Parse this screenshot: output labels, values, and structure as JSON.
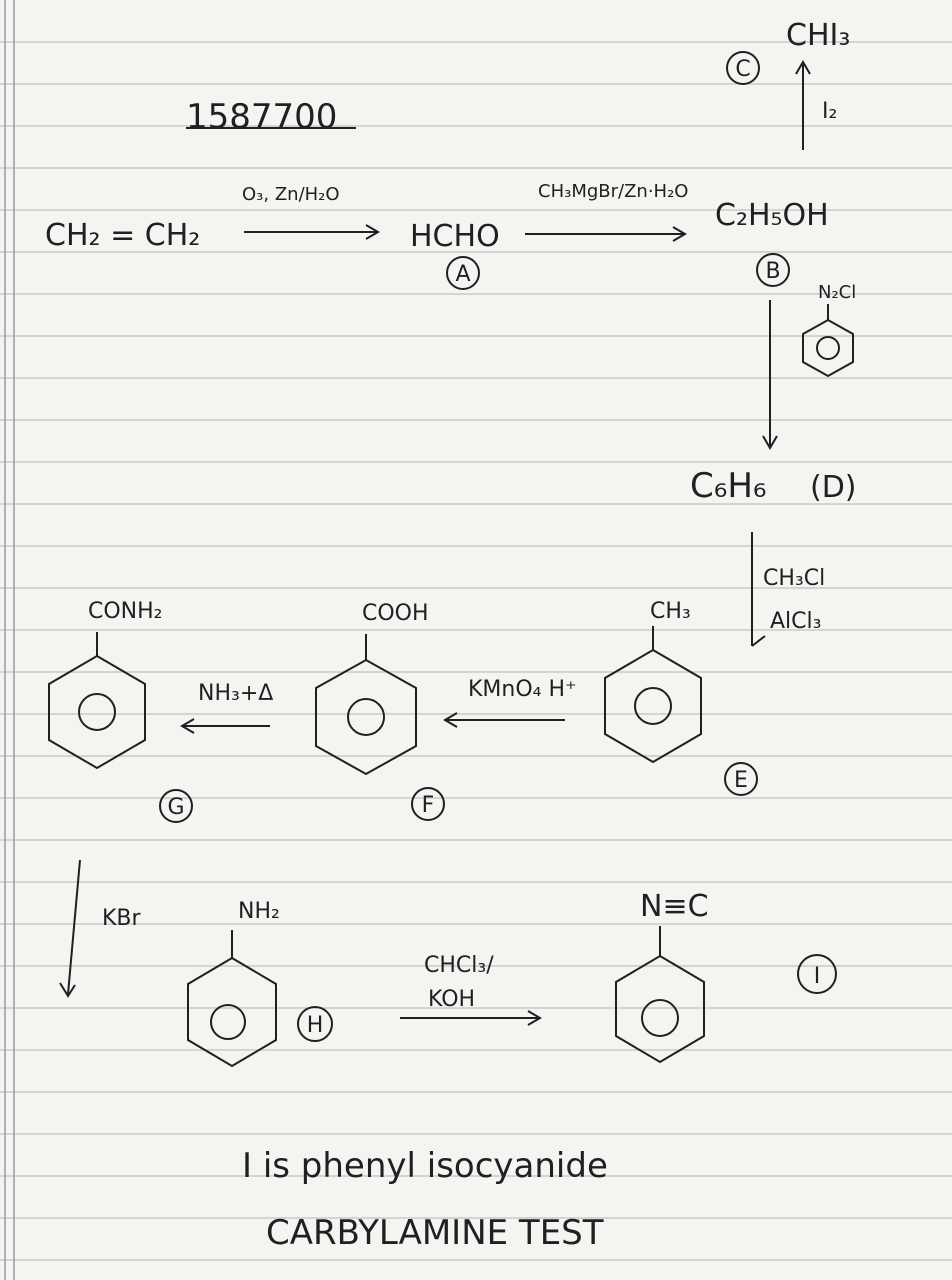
{
  "page": {
    "code": "1587700",
    "colors": {
      "paper": "#f4f4f1",
      "rule": "#c9c9c9",
      "ink": "#1f1f24",
      "margin": "#9a9aa8"
    }
  },
  "reaction1": {
    "start": "CH₂ = CH₂",
    "reagent": "O₃, Zn/H₂O",
    "product": "HCHO",
    "label": "A"
  },
  "reaction2": {
    "reagent": "CH₃MgBr/Zn·H₂O",
    "product": "C₂H₅OH",
    "label": "B"
  },
  "iodoform": {
    "reagent": "I₂",
    "product": "CHI₃",
    "label": "C"
  },
  "diazo": {
    "reagent": "N₂Cl",
    "product": "C₆H₆",
    "label": "(D)"
  },
  "friedel": {
    "reagent1": "CH₃Cl",
    "reagent2": "AlCl₃",
    "substituent": "CH₃",
    "label": "E"
  },
  "oxidation": {
    "reagent": "KMnO₄ H⁺",
    "substituent": "COOH",
    "label": "F"
  },
  "amide": {
    "reagent": "NH₃+Δ",
    "substituent": "CONH₂",
    "label": "G"
  },
  "hofmann": {
    "reagent": "KBr",
    "substituent": "NH₂",
    "label": "H"
  },
  "carbylamine": {
    "reagent1": "CHCl₃/",
    "reagent2": "KOH",
    "substituent": "N≡C",
    "label": "I"
  },
  "notes": {
    "line1": "I is phenyl isocyanide",
    "line2": "CARBYLAMINE TEST"
  }
}
